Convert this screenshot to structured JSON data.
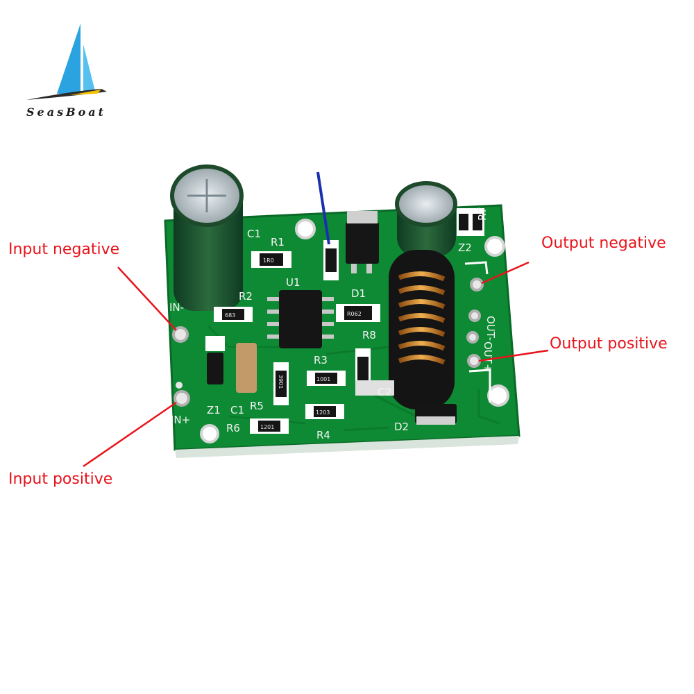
{
  "brand": {
    "name": "SeasBoat"
  },
  "labels": {
    "input_negative": "Input negative",
    "input_positive": "Input positive",
    "output_negative": "Output negative",
    "output_positive": "Output positive"
  },
  "silkscreen": {
    "c1_top": "C1",
    "r1": "R1",
    "r2": "R2",
    "u1": "U1",
    "d1": "D1",
    "r8": "R8",
    "r3": "R3",
    "c2": "C2",
    "z1": "Z1",
    "c1": "C1",
    "r5": "R5",
    "r6": "R6",
    "r4": "R4",
    "d2": "D2",
    "z2": "Z2",
    "r7": "R7",
    "in_minus": "IN-",
    "in_plus": "IN+",
    "out_minus": "OUT-",
    "out_plus": "OUT+",
    "r1_value": "1R0",
    "r2_value": "683",
    "r8_value": "R062",
    "r3_value": "1001",
    "r4_value": "1203",
    "r6_value": "1201",
    "r5_value": "3901"
  },
  "colors": {
    "label_red": "#e8141c",
    "pcb_green": "#0f8a34",
    "pointer_blue": "#1a2fb0"
  }
}
